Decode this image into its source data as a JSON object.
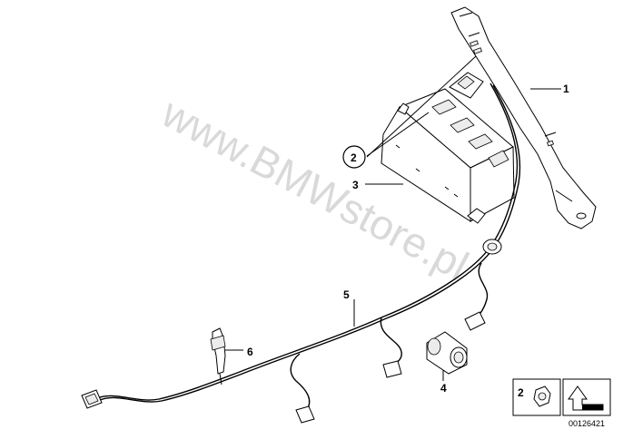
{
  "watermark": "www.BMWstore.pl",
  "callouts": {
    "bracket": "1",
    "nut_circled": "2",
    "control_unit": "3",
    "sensor": "4",
    "wiring_harness": "5",
    "cable_holder": "6"
  },
  "legend": {
    "nut_label": "2"
  },
  "reference_number": "00126421"
}
